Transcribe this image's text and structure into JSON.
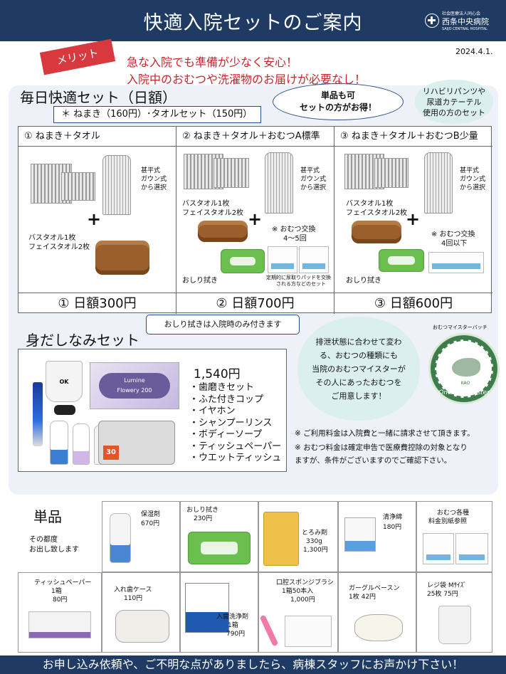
{
  "header": {
    "title": "快適入院セットのご案内",
    "logo_small": "社会医療法人同心会",
    "logo_main": "西条中央病院",
    "logo_en": "SAIJO CENTRAL HOSPITAL",
    "date": "2024.4.1."
  },
  "merit": {
    "badge": "メリット",
    "lines": [
      "急な入院でも準備が少なく安心！",
      "入院中のおむつや洗濯物のお届けが必要なし！"
    ]
  },
  "daily": {
    "title": "毎日快適セット（日額）",
    "note": "＊ ねまき（160円）･タオルセット（150円）",
    "bubble": [
      "単品も可",
      "セットの方がお得！"
    ],
    "cloud": [
      "リハビリパンツや",
      "尿道カテーテル",
      "使用の方のセット"
    ]
  },
  "plans": [
    {
      "head": "①  ねまき＋タオル",
      "gown": [
        "甚平式",
        "ガウン式",
        "から選択"
      ],
      "towel": [
        "バスタオル1枚",
        "フェイスタオル2枚"
      ],
      "price": "①  日額300円"
    },
    {
      "head": "②  ねまき＋タオル＋おむつA標準",
      "gown": [
        "甚平式",
        "ガウン式",
        "から選択"
      ],
      "towel": [
        "バスタオル1枚",
        "フェイスタオル2枚"
      ],
      "diaper": [
        "※ おむつ交換",
        "4～5回"
      ],
      "wipe": "おしり拭き",
      "diaper_note": [
        "定期的に尿取りパッドを交換",
        "される方などのセット"
      ],
      "price": "②  日額700円"
    },
    {
      "head": "③  ねまき＋タオル＋おむつB少量",
      "gown": [
        "甚平式",
        "ガウン式",
        "から選択"
      ],
      "towel": [
        "バスタオル1枚",
        "フェイスタオル2枚"
      ],
      "diaper": [
        "※ おむつ交換",
        "4回以下"
      ],
      "wipe": "おしり拭き",
      "price": "③  日額600円"
    }
  ],
  "wipes_note": "おしり拭きは入院時のみ付きます",
  "grooming": {
    "title": "身だしなみセット",
    "price": "1,540円",
    "items": [
      "・歯磨きセット",
      "・ふた付きコップ",
      "・イヤホン",
      "・シャンプーリンス",
      "・ボディーソープ",
      "・ティッシュペーパー",
      "・ウエットティッシュ"
    ],
    "tissue_box": [
      "Lumine",
      "Flowery 200"
    ],
    "cup_mark": "OK",
    "wipe_count": "30"
  },
  "meister": {
    "label": "おむつマイスターバッチ",
    "cloud": [
      "排泄状態に合わせて変わ",
      "る、おむつの種類にも",
      "当院のおむつマイスターが",
      "その人にあったおむつを",
      "ご用意します！"
    ],
    "badge_text": "Omutsu Meister",
    "badge_brand": "KAO"
  },
  "notes": [
    "※ ご利用料金は入院費と一緒に請求させて頂きます。",
    "※  おむつ料金は確定申告で医療費控除の対象となり",
    "     ますが、条件がございますのでご確認下さい。"
  ],
  "single": {
    "title": "単品",
    "sub": [
      "その都度",
      "お出し致します"
    ],
    "items": [
      {
        "name": "保湿剤",
        "price": "670円"
      },
      {
        "name": "おしり拭き",
        "price": "230円"
      },
      {
        "name": "とろみ剤",
        "price": "330g",
        "price2": "1,300円"
      },
      {
        "name": "清浄綿",
        "price": "180円"
      },
      {
        "name": "おむつ各種",
        "price": "料金別紙参照"
      },
      {
        "name": "ティッシュペーパー",
        "price": "1箱",
        "price2": "80円"
      },
      {
        "name": "入れ歯ケース",
        "price": "110円"
      },
      {
        "name": "入歯洗浄剤",
        "price": "1箱",
        "price2": "790円"
      },
      {
        "name": "口腔スポンジブラシ",
        "price": "1箱50本入",
        "price2": "1,000円"
      },
      {
        "name": "ガーグルベースン",
        "price": "1枚      42円"
      },
      {
        "name": "レジ袋   Mｻｲｽﾞ",
        "price": "25枚    75円"
      }
    ]
  },
  "footer": "お申し込み依頼や、ご不明な点がありましたら、病棟スタッフにお声かけ下さい！",
  "colors": {
    "navy": "#1f3a63",
    "red": "#c8262c",
    "merit_red": "#d7393f",
    "panel": "#eef1f7"
  }
}
